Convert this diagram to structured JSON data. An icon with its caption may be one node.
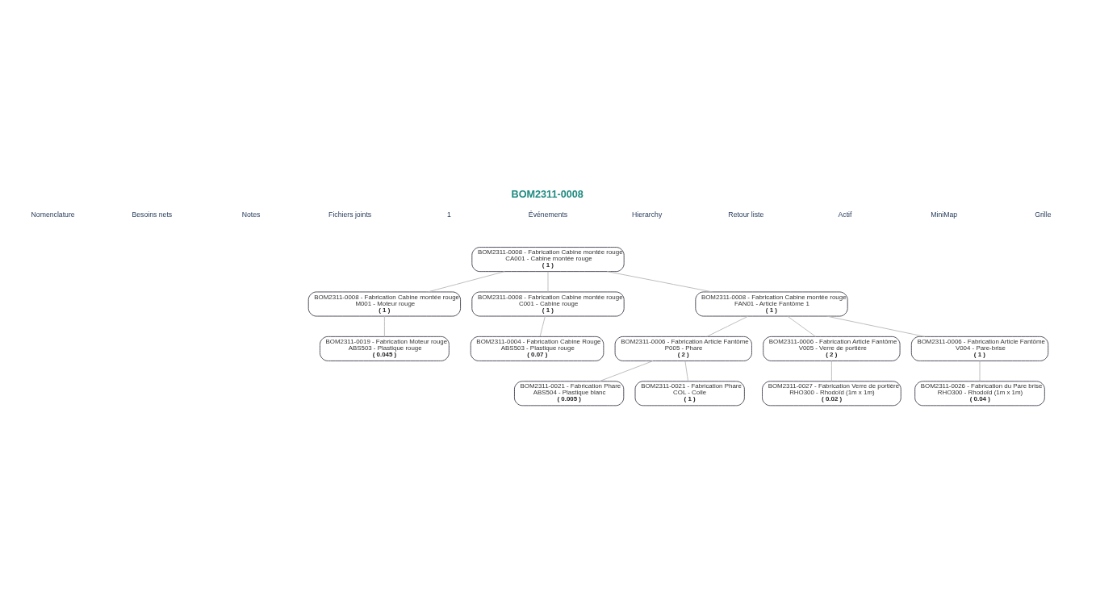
{
  "diagram": {
    "title": "BOM2311-0008",
    "nodes": [
      {
        "text": [
          "BOM2311-0008 - Fabrication Cabine montée rouge",
          "CA001 - Cabine montée rouge",
          "( 1 )"
        ]
      },
      {
        "text": [
          "BOM2311-0008 - Fabrication Cabine montée rouge",
          "M001 - Moteur rouge",
          "( 1 )"
        ]
      },
      {
        "text": [
          "BOM2311-0008 - Fabrication Cabine montée rouge",
          "C001 - Cabine rouge",
          "( 1 )"
        ]
      },
      {
        "text": [
          "BOM2311-0008 - Fabrication Cabine montée rouge",
          "FAN01 - Article Fantôme 1",
          "( 1 )"
        ]
      },
      {
        "text": [
          "BOM2311-0019 - Fabrication Moteur rouge",
          "ABS503 - Plastique rouge",
          "( 0.045 )"
        ]
      },
      {
        "text": [
          "BOM2311-0004 - Fabrication Cabine Rouge",
          "ABS503 - Plastique rouge",
          "( 0.07 )"
        ]
      },
      {
        "text": [
          "BOM2311-0006 - Fabrication Article Fantôme",
          "P005 - Phare",
          "( 2 )"
        ]
      },
      {
        "text": [
          "BOM2311-0006 - Fabrication Article Fantôme",
          "V005 - Verre de portière",
          "( 2 )"
        ]
      },
      {
        "text": [
          "BOM2311-0006 - Fabrication Article Fantôme",
          "V004 - Pare-brise",
          "( 1 )"
        ]
      },
      {
        "text": [
          "BOM2311-0021 - Fabrication Phare",
          "ABS504 - Plastique blanc",
          "( 0.005 )"
        ]
      },
      {
        "text": [
          "BOM2311-0021 - Fabrication Phare",
          "COL - Colle",
          "( 1 )"
        ]
      },
      {
        "text": [
          "BOM2311-0027 - Fabrication Verre de portière",
          "RHO300 - Rhodoïd (1m x 1m)",
          "( 0.02 )"
        ]
      },
      {
        "text": [
          "BOM2311-0026 - Fabrication du Pare brise",
          "RHO300 - Rhodoïd (1m x 1m)",
          "( 0.04 )"
        ]
      }
    ],
    "edges": [
      {
        "from": 0,
        "to": 1,
        "arrow": "none"
      },
      {
        "from": 0,
        "to": 2,
        "arrow": "none"
      },
      {
        "from": 0,
        "to": 3,
        "arrow": "none"
      },
      {
        "from": 1,
        "to": 4,
        "arrow": "none"
      },
      {
        "from": 2,
        "to": 5,
        "arrow": "none"
      },
      {
        "from": 3,
        "to": 6,
        "arrow": "none"
      },
      {
        "from": 3,
        "to": 7,
        "arrow": "none"
      },
      {
        "from": 3,
        "to": 8,
        "arrow": "none"
      },
      {
        "from": 6,
        "to": 9,
        "arrow": "none"
      },
      {
        "from": 6,
        "to": 10,
        "arrow": "none"
      },
      {
        "from": 7,
        "to": 11,
        "arrow": "none"
      },
      {
        "from": 8,
        "to": 12,
        "arrow": "none"
      }
    ],
    "labels": [
      "Nomenclature",
      "Besoins nets",
      "Notes",
      "Fichiers joints",
      "1",
      "Événements",
      "Hierarchy",
      "Retour liste",
      "Actif",
      "MiniMap",
      "Grille"
    ]
  }
}
